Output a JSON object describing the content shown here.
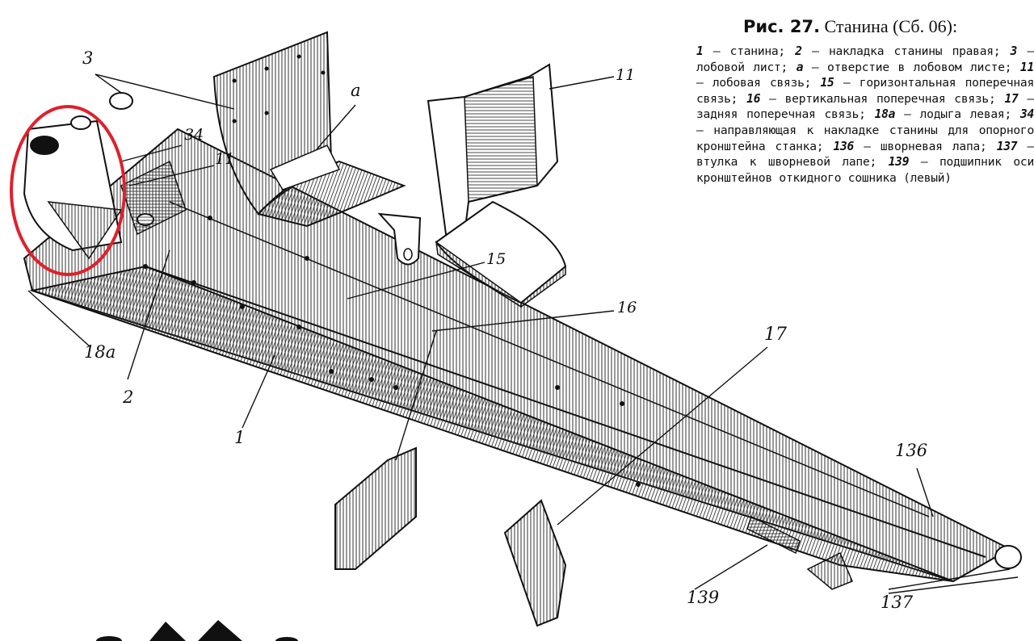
{
  "caption": {
    "title_prefix": "Рис. 27.",
    "title_text": "Станина (Сб. 06):",
    "legend": [
      {
        "key": "1",
        "text": "— станина;"
      },
      {
        "key": "2",
        "text": "— накладка станины правая;"
      },
      {
        "key": "3",
        "text": "— лобовой лист;"
      },
      {
        "key": "а",
        "text": "— отверстие в лобовом листе;"
      },
      {
        "key": "11",
        "text": "— лобовая связь;"
      },
      {
        "key": "15",
        "text": "— горизонтальная поперечная связь;"
      },
      {
        "key": "16",
        "text": "— вертикальная поперечная связь;"
      },
      {
        "key": "17",
        "text": "— задняя поперечная связь;"
      },
      {
        "key": "18а",
        "text": "— лодыга левая;"
      },
      {
        "key": "34",
        "text": "— направляющая к накладке станины для опорного кронштейна станка;"
      },
      {
        "key": "136",
        "text": "— шворневая лапа;"
      },
      {
        "key": "137",
        "text": "—втулка к шворневой лапе;"
      },
      {
        "key": "139",
        "text": "— подшипник оси кронштейнов откидного сошника (левый)"
      }
    ]
  },
  "callouts": {
    "c3": "3",
    "c_a": "а",
    "c11_top": "11",
    "c34": "34",
    "c11_mid": "11",
    "c15": "15",
    "c16": "16",
    "c17": "17",
    "c18a": "18а",
    "c2": "2",
    "c1": "1",
    "c136": "136",
    "c139": "139",
    "c137": "137"
  },
  "highlight": {
    "color": "#e0202a",
    "shape": "ellipse"
  },
  "colors": {
    "ink": "#111111",
    "hatch": "#333333",
    "paper": "#ffffff"
  }
}
